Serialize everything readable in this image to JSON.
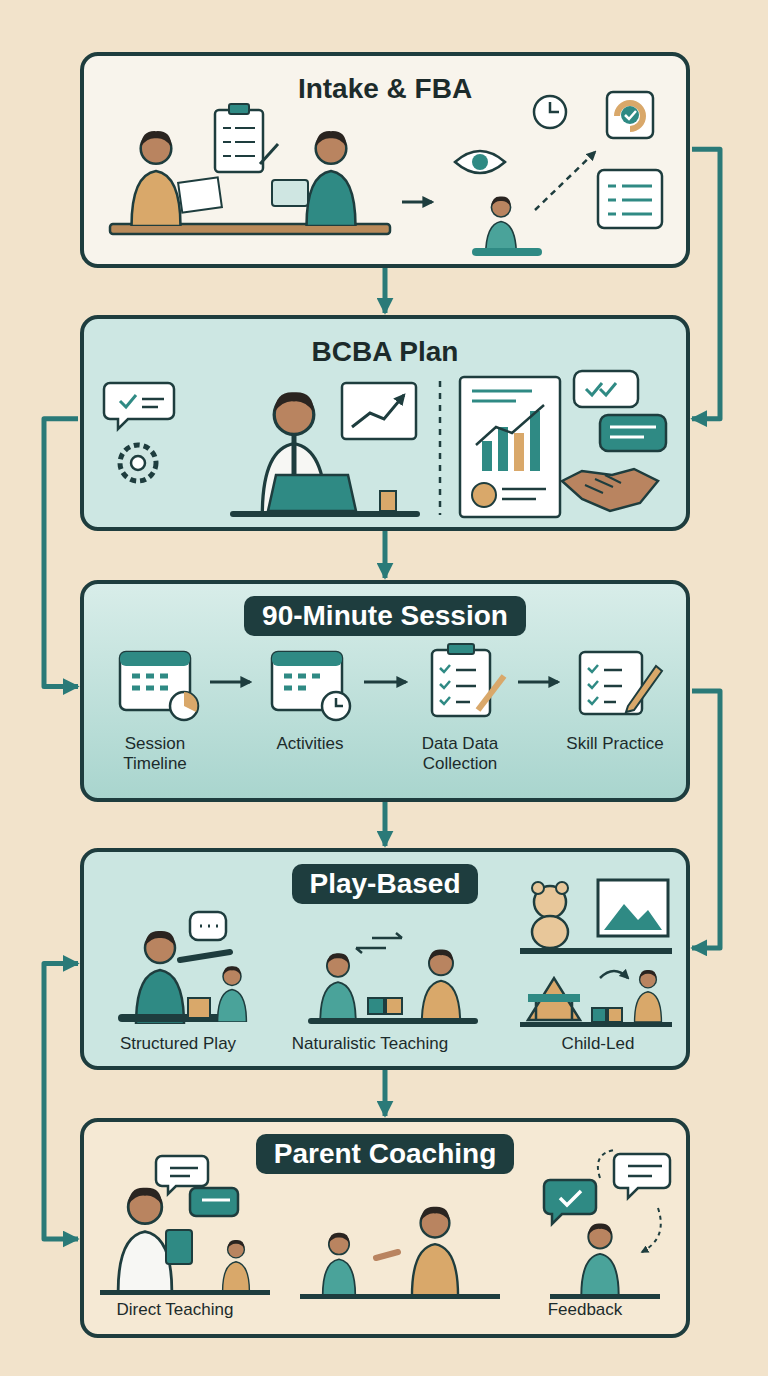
{
  "diagram": {
    "nodes": [
      {
        "text": [
          "Intake & FBA"
        ]
      },
      {
        "text": [
          "BCBA Plan"
        ]
      },
      {
        "text": [
          "90-Minute Session"
        ]
      },
      {
        "text": [
          "Play-Based"
        ]
      },
      {
        "text": [
          "Parent Coaching"
        ]
      }
    ],
    "edges": [
      {
        "from": 0,
        "to": 1,
        "arrow": "to"
      },
      {
        "from": 1,
        "to": 2,
        "arrow": "to"
      },
      {
        "from": 2,
        "to": 3,
        "arrow": "to"
      },
      {
        "from": 3,
        "to": 4,
        "arrow": "to"
      },
      {
        "from": 0,
        "to": 1,
        "arrow": "to"
      },
      {
        "from": 1,
        "to": 2,
        "arrow": "to"
      },
      {
        "from": 2,
        "to": 3,
        "arrow": "to"
      },
      {
        "from": 3,
        "to": 4,
        "arrow": "both"
      }
    ],
    "labels": [
      "Session Timeline",
      "Activities",
      "Data Data Collection",
      "Skill Practice",
      "Structured Play",
      "Naturalistic Teaching",
      "Child-Led",
      "Direct Teaching",
      "Feedback"
    ]
  }
}
